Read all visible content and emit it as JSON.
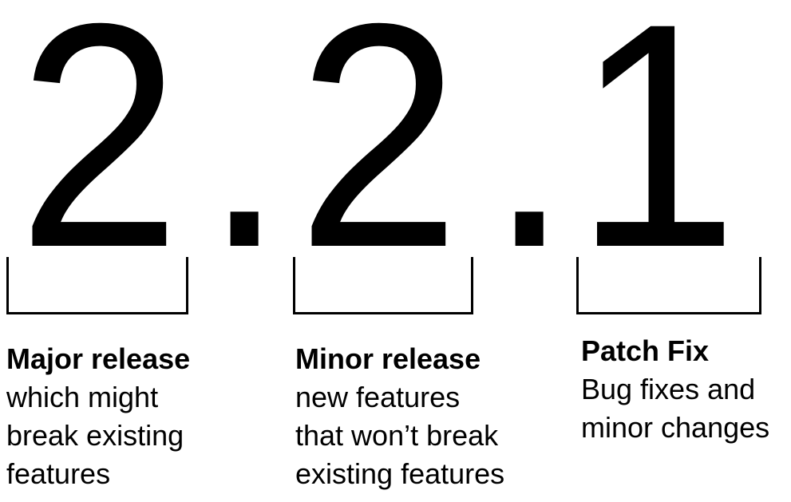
{
  "version": {
    "major": "2",
    "separator1": ".",
    "minor": "2",
    "separator2": ".",
    "patch": "1"
  },
  "labels": [
    {
      "title": "Major release",
      "lines": [
        "which might",
        "break existing",
        "features"
      ]
    },
    {
      "title": "Minor release",
      "lines": [
        "new features",
        "that won’t break",
        "existing features"
      ]
    },
    {
      "title": "Patch Fix",
      "lines": [
        "Bug fixes and",
        "minor changes"
      ]
    }
  ]
}
